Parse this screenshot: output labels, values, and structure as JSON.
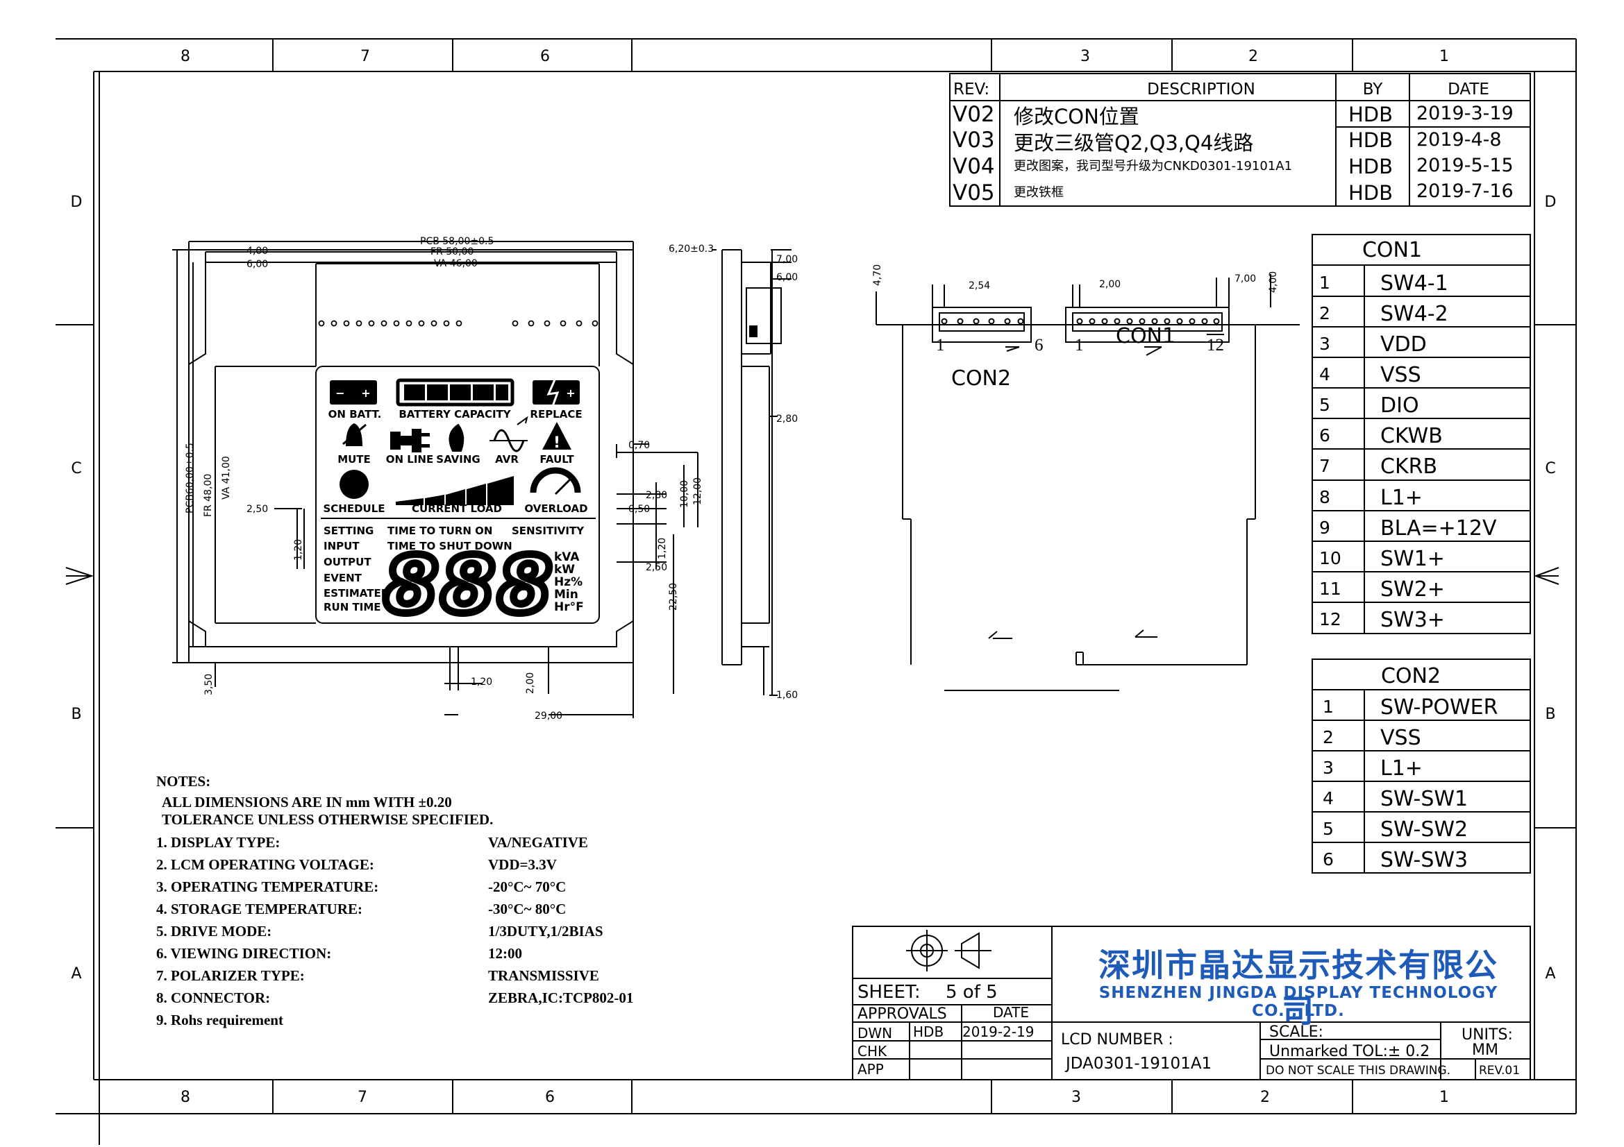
{
  "border": {
    "top_zones": [
      "8",
      "7",
      "6",
      "3",
      "2",
      "1"
    ],
    "bottom_zones": [
      "8",
      "7",
      "6",
      "3",
      "2",
      "1"
    ],
    "left_zones": [
      "D",
      "C",
      "B",
      "A"
    ],
    "right_zones": [
      "D",
      "C",
      "B",
      "A"
    ]
  },
  "revision_table": {
    "headers": {
      "rev": "REV:",
      "desc": "DESCRIPTION",
      "by": "BY",
      "date": "DATE"
    },
    "rows": [
      {
        "rev": "V02",
        "desc": "修改CON位置",
        "by": "HDB",
        "date": "2019-3-19"
      },
      {
        "rev": "V03",
        "desc": "更改三级管Q2,Q3,Q4线路",
        "by": "HDB",
        "date": "2019-4-8"
      },
      {
        "rev": "V04",
        "desc": "更改图案，我司型号升级为CNKD0301-19101A1",
        "by": "HDB",
        "date": "2019-5-15"
      },
      {
        "rev": "V05",
        "desc": "更改铁框",
        "by": "HDB",
        "date": "2019-7-16"
      }
    ]
  },
  "con1_table": {
    "title": "CON1",
    "rows": [
      {
        "n": "1",
        "sig": "SW4-1"
      },
      {
        "n": "2",
        "sig": "SW4-2"
      },
      {
        "n": "3",
        "sig": "VDD"
      },
      {
        "n": "4",
        "sig": "VSS"
      },
      {
        "n": "5",
        "sig": "DIO"
      },
      {
        "n": "6",
        "sig": "CKWB"
      },
      {
        "n": "7",
        "sig": "CKRB"
      },
      {
        "n": "8",
        "sig": "L1+"
      },
      {
        "n": "9",
        "sig": "BLA=+12V"
      },
      {
        "n": "10",
        "sig": "SW1+"
      },
      {
        "n": "11",
        "sig": "SW2+"
      },
      {
        "n": "12",
        "sig": "SW3+"
      }
    ]
  },
  "con2_table": {
    "title": "CON2",
    "rows": [
      {
        "n": "1",
        "sig": "SW-POWER"
      },
      {
        "n": "2",
        "sig": "VSS"
      },
      {
        "n": "3",
        "sig": "L1+"
      },
      {
        "n": "4",
        "sig": "SW-SW1"
      },
      {
        "n": "5",
        "sig": "SW-SW2"
      },
      {
        "n": "6",
        "sig": "SW-SW3"
      }
    ]
  },
  "front_view": {
    "dims": {
      "pcb_w": "PCB 58,00±0.5",
      "fr_w": "FR 50,00",
      "va_w": "VA 46,00",
      "d4": "4,00",
      "d6": "6,00",
      "pcb_h": "PCB60,00±0.5",
      "fr_h": "FR 48,00",
      "va_h": "VA 41,00",
      "d250": "2,50",
      "d120": "1,20",
      "d350": "3,50",
      "d120b": "1,20",
      "d200": "2,00",
      "d2900": "29,00",
      "r070": "0,70",
      "r280": "2,80",
      "r050": "0,50",
      "r1000": "10,00",
      "r1200": "12,00",
      "r120": "1,20",
      "r250": "2,50",
      "r2250": "22,50"
    },
    "lcd": {
      "on_batt": "ON BATT.",
      "battery_capacity": "BATTERY CAPACITY",
      "replace": "REPLACE",
      "mute": "MUTE",
      "on_line": "ON LINE",
      "saving": "SAVING",
      "avr": "AVR",
      "fault": "FAULT",
      "schedule": "SCHEDULE",
      "current_load": "CURRENT LOAD",
      "overload": "OVERLOAD",
      "setting": "SETTING",
      "time_to_turn_on": "TIME TO TURN ON",
      "sensitivity": "SENSITIVITY",
      "input": "INPUT",
      "time_to_shut_down": "TIME TO SHUT DOWN",
      "output": "OUTPUT",
      "event": "EVENT",
      "estimated": "ESTIMATED",
      "run_time": "RUN TIME",
      "digits": "888",
      "units": [
        "kVA",
        "kW",
        "Hz%",
        "Min",
        "Hr°F"
      ]
    }
  },
  "side_view": {
    "dims": {
      "d620": "6,20±0.3",
      "d700": "7,00",
      "d600": "6,00",
      "d280": "2,80",
      "d160": "1,60"
    }
  },
  "connector_view": {
    "con2_label": "CON2",
    "con1_label": "CON1",
    "con2_pins": {
      "first": "1",
      "last": "6"
    },
    "con1_pins": {
      "first": "1",
      "last": "12"
    },
    "dims": {
      "d470": "4,70",
      "d254": "2,54",
      "d200": "2,00",
      "d700": "7,00",
      "d400": "4,00"
    }
  },
  "notes": {
    "title": "NOTES:",
    "tol_line1": "ALL DIMENSIONS ARE IN mm WITH ±0.20",
    "tol_line2": "TOLERANCE UNLESS OTHERWISE SPECIFIED.",
    "items": [
      {
        "label": "1. DISPLAY TYPE:",
        "value": "VA/NEGATIVE"
      },
      {
        "label": "2. LCM OPERATING VOLTAGE:",
        "value": "VDD=3.3V"
      },
      {
        "label": "3. OPERATING TEMPERATURE:",
        "value": "-20°C~ 70°C"
      },
      {
        "label": "4. STORAGE TEMPERATURE:",
        "value": "-30°C~ 80°C"
      },
      {
        "label": "5. DRIVE MODE:",
        "value": "1/3DUTY,1/2BIAS"
      },
      {
        "label": "6. VIEWING DIRECTION:",
        "value": "12:00"
      },
      {
        "label": "7. POLARIZER TYPE:",
        "value": "TRANSMISSIVE"
      },
      {
        "label": "8. CONNECTOR:",
        "value": "ZEBRA,IC:TCP802-01"
      },
      {
        "label": "9. Rohs requirement",
        "value": ""
      }
    ]
  },
  "title_block": {
    "sheet_label": "SHEET:",
    "sheet_value": "5 of  5",
    "approvals": "APPROVALS",
    "date_hdr": "DATE",
    "dwn": "DWN",
    "dwn_by": "HDB",
    "dwn_date": "2019-2-19",
    "chk": "CHK",
    "app": "APP",
    "lcd_number_label": "LCD  NUMBER  :",
    "lcd_number": "JDA0301-19101A1",
    "scale": "SCALE:",
    "units": "UNITS:",
    "units_value": "MM",
    "tol": "Unmarked  TOL:± 0.2",
    "do_not_scale": "DO  NOT  SCALE  THIS  DRAWING.",
    "rev": "REV.01",
    "company_cn": "深圳市晶达显示技术有限公司",
    "company_en": "SHENZHEN JINGDA DISPLAY TECHNOLOGY CO. , LTD."
  }
}
